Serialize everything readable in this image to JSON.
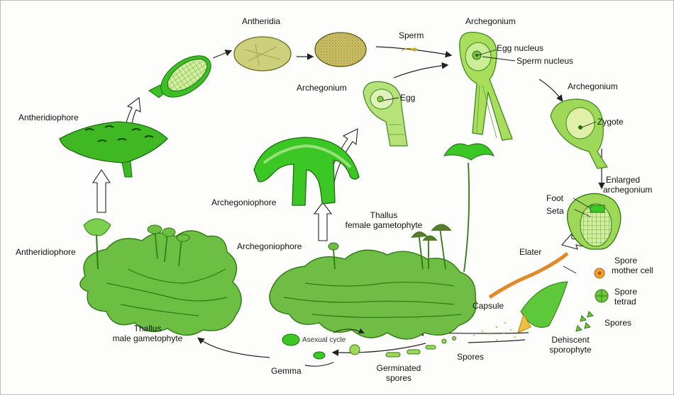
{
  "labels": {
    "antheridia": "Antheridia",
    "sperm": "Sperm",
    "archegonium_top": "Archegonium",
    "egg_nucleus": "Egg nucleus",
    "sperm_nucleus": "Sperm nucleus",
    "archegonium_mid": "Archegonium",
    "egg": "Egg",
    "archegonium_zygote": "Archegonium",
    "zygote": "Zygote",
    "antheridiophore_top": "Antheridiophore",
    "enlarged_archegonium_1": "Enlarged",
    "enlarged_archegonium_2": "archegonium",
    "foot": "Foot",
    "seta": "Seta",
    "archegoniophore_mid": "Archegoniophore",
    "thallus_female_1": "Thallus",
    "thallus_female_2": "female gametophyte",
    "archegoniophore_low": "Archegoniophore",
    "antheridiophore_low": "Antheridiophore",
    "elater": "Elater",
    "spore_mother_cell_1": "Spore",
    "spore_mother_cell_2": "mother cell",
    "spore_tetrad_1": "Spore",
    "spore_tetrad_2": "tetrad",
    "capsule": "Capsule",
    "spores_right": "Spores",
    "thallus_male_1": "Thallus",
    "thallus_male_2": "male gametophyte",
    "asexual_cycle": "Asexual cycle",
    "dehiscent_1": "Dehiscent",
    "dehiscent_2": "sporophyte",
    "spores_bottom": "Spores",
    "gemma": "Gemma",
    "germinated_1": "Germinated",
    "germinated_2": "spores"
  },
  "colors": {
    "thallus_dark": "#3f8f1f",
    "thallus_light": "#7cc84a",
    "bright_green": "#3bcf1e",
    "antheridium_fill": "#c9c26a",
    "archegonium_fill": "#c8ea8c",
    "arrow": "#222222",
    "elater": "#e08a2a"
  }
}
